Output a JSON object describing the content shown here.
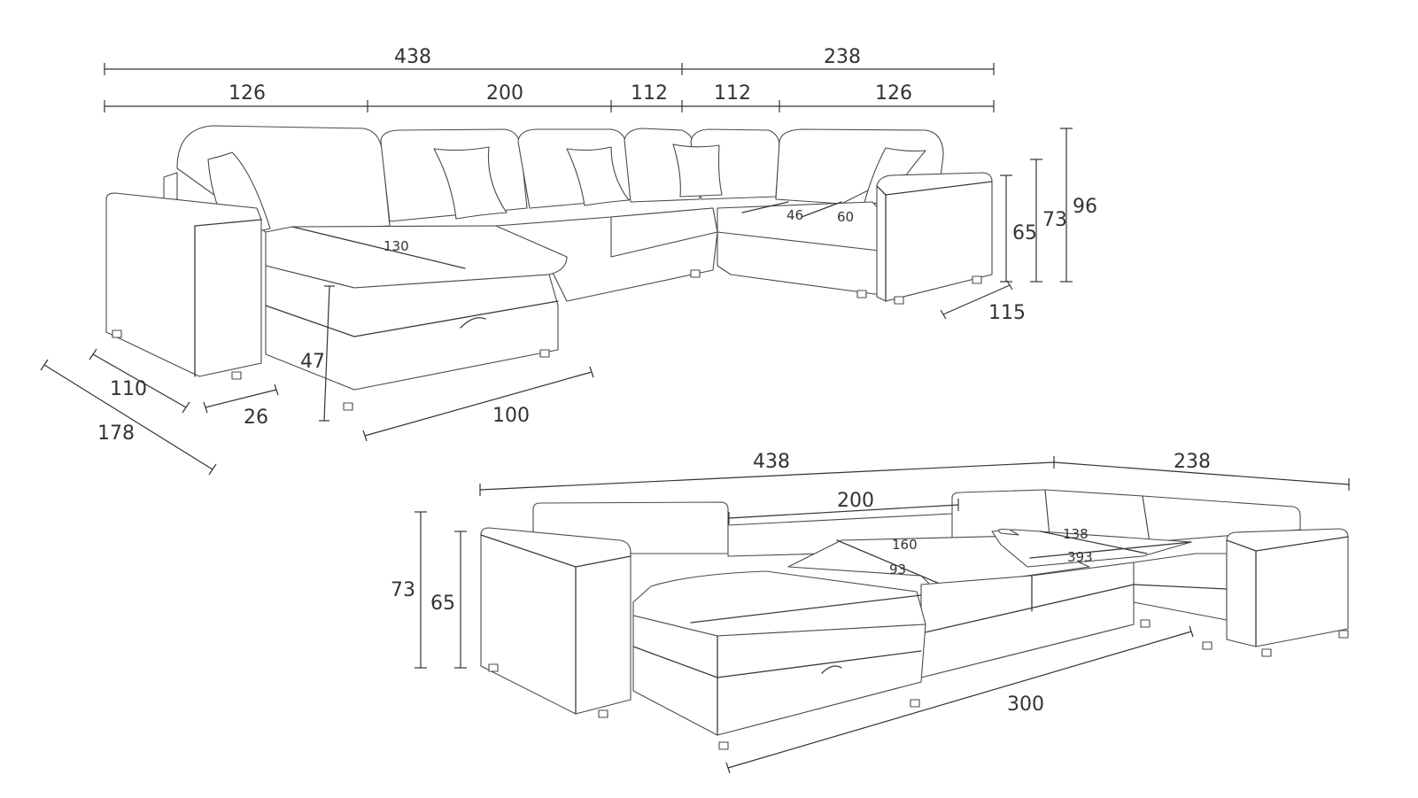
{
  "top_view": {
    "dim_total_left": "438",
    "dim_total_right": "238",
    "dim_seg_1": "126",
    "dim_seg_2": "200",
    "dim_seg_3": "112",
    "dim_seg_4": "112",
    "dim_seg_5": "126",
    "dim_height_1": "65",
    "dim_height_2": "73",
    "dim_height_3": "96",
    "dim_depth_right": "115",
    "dim_seat_a": "46",
    "dim_seat_b": "60",
    "dim_chaise_len": "130",
    "dim_seat_h": "47",
    "dim_depth_1": "110",
    "dim_depth_2": "178",
    "dim_arm": "26",
    "dim_chaise_w": "100"
  },
  "bottom_view": {
    "dim_total_left": "438",
    "dim_total_right": "238",
    "dim_back": "200",
    "dim_bed_w": "160",
    "dim_bed_d": "93",
    "dim_ext_a": "138",
    "dim_ext_b": "393",
    "dim_height_1": "73",
    "dim_height_2": "65",
    "dim_front": "300"
  }
}
